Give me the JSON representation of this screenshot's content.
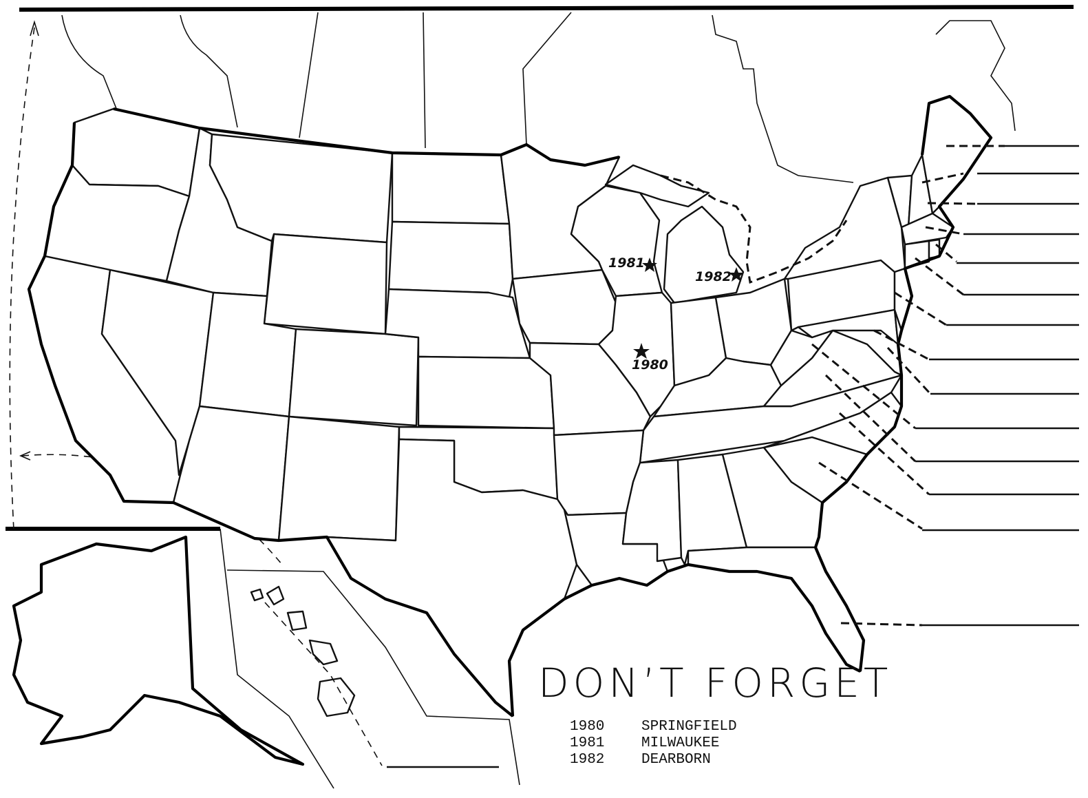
{
  "reminder": {
    "title": "DON’T FORGET",
    "meetings": [
      {
        "year": "1980",
        "city": "SPRINGFIELD"
      },
      {
        "year": "1981",
        "city": "MILWAUKEE"
      },
      {
        "year": "1982",
        "city": "DEARBORN"
      }
    ]
  },
  "markers": [
    {
      "label": "1980",
      "icon": "star-icon"
    },
    {
      "label": "1981",
      "icon": "star-icon"
    },
    {
      "label": "1982",
      "icon": "star-icon"
    }
  ],
  "colors": {
    "ink": "#111111",
    "paper": "#ffffff"
  }
}
